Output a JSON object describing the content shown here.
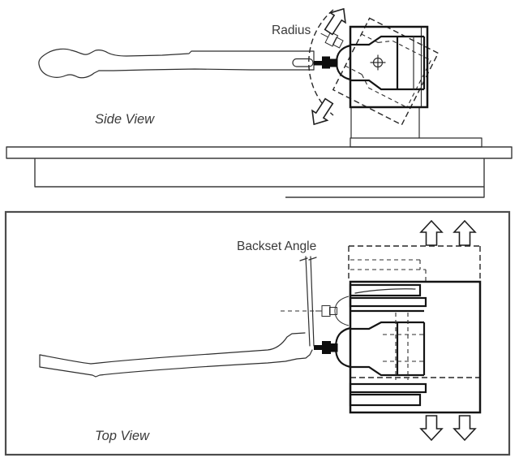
{
  "page": {
    "type": "technical-drawing",
    "background": "#ffffff"
  },
  "side_view": {
    "label": "Side View",
    "annotation": "Radius",
    "shows": "shaft clamped in rotating fixture block on pedestal above work table",
    "icons": [
      "rotation-arrow-up",
      "rotation-arrow-down",
      "crosshair-pivot"
    ],
    "ghost": "dashed rotated outline of clamp block about pivot"
  },
  "top_view": {
    "label": "Top View",
    "annotation": "Backset Angle",
    "shows": "shaft butt in clamp assembly on base plate, shifted ghost outline above",
    "icons": [
      "shift-arrow-up",
      "shift-arrow-up",
      "shift-arrow-down",
      "shift-arrow-down"
    ],
    "ghost": "dashed translated outline of clamp assembly"
  },
  "colors": {
    "line": "#141414",
    "thin_line": "#2e2e2e",
    "frame": "#4c4c4c",
    "text": "#3a3a3a",
    "background": "#ffffff"
  }
}
